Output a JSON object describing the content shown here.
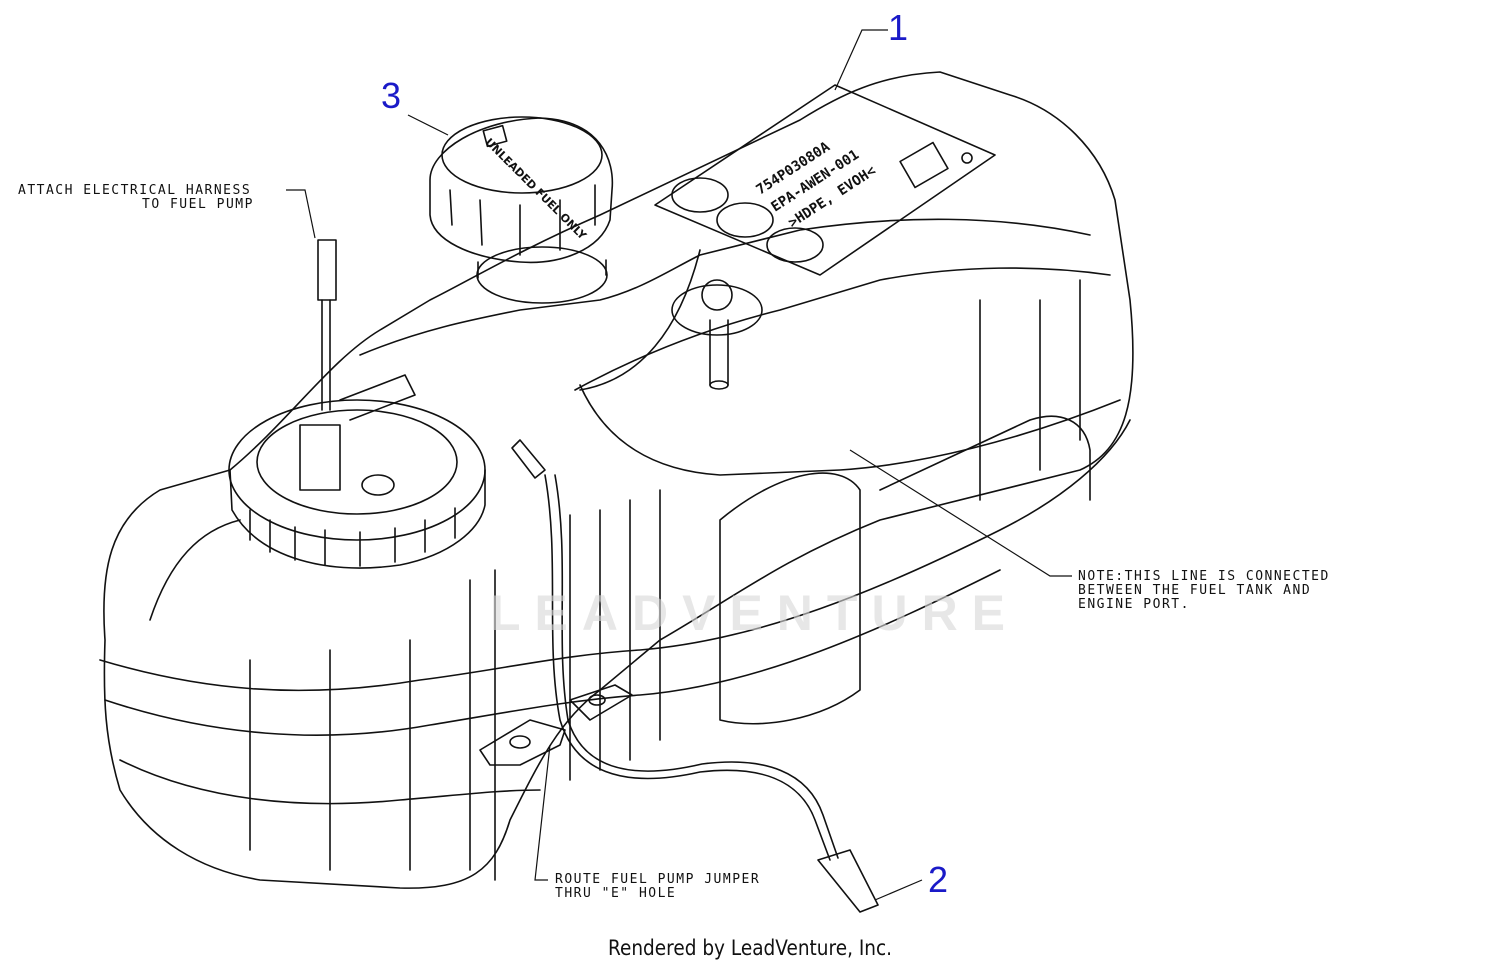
{
  "callouts": {
    "one": "1",
    "two": "2",
    "three": "3"
  },
  "notes": {
    "harness_line1": "ATTACH ELECTRICAL HARNESS",
    "harness_line2": "TO FUEL PUMP",
    "line_note_1": "NOTE:THIS LINE IS CONNECTED",
    "line_note_2": "BETWEEN THE FUEL TANK AND",
    "line_note_3": "ENGINE PORT.",
    "route_1": "ROUTE FUEL PUMP JUMPER",
    "route_2": "THRU \"E\" HOLE"
  },
  "cap_text": "UNLEADED FUEL ONLY",
  "label_plate": {
    "line1": "754P03080A",
    "line2": "EPA-AWEN-001",
    "line3": ">HDPE, EVOH<"
  },
  "watermark": "LEADVENTURE",
  "footer": "Rendered by LeadVenture, Inc.",
  "colors": {
    "callout": "#1a1ac8",
    "line": "#111111",
    "watermark": "#d8d8d8"
  }
}
